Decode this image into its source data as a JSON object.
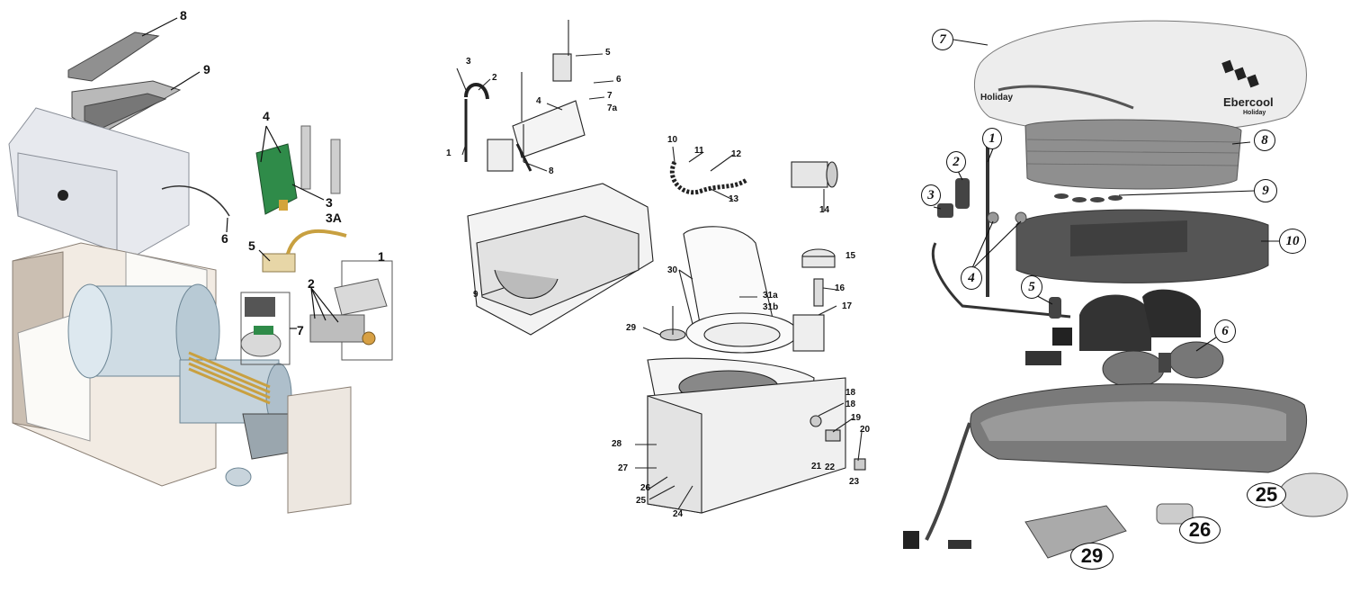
{
  "panels": {
    "water_heater": {
      "labels": [
        "8",
        "9",
        "4",
        "3",
        "3A",
        "6",
        "5",
        "1",
        "2",
        "7"
      ]
    },
    "toilet": {
      "labels": [
        "3",
        "2",
        "1",
        "4",
        "5",
        "6",
        "7",
        "7a",
        "8",
        "9",
        "10",
        "11",
        "12",
        "13",
        "14",
        "15",
        "16",
        "17",
        "30",
        "31a",
        "31b",
        "29",
        "18",
        "18",
        "19",
        "20",
        "21",
        "22",
        "23",
        "28",
        "27",
        "26",
        "25",
        "24"
      ]
    },
    "air_conditioner": {
      "labels": [
        "7",
        "8",
        "9",
        "10",
        "1",
        "2",
        "3",
        "4",
        "5",
        "6",
        "25",
        "26",
        "29"
      ],
      "brand_text": "Ebercool",
      "brand_sub": "Holiday",
      "side_text": "Holiday"
    }
  }
}
